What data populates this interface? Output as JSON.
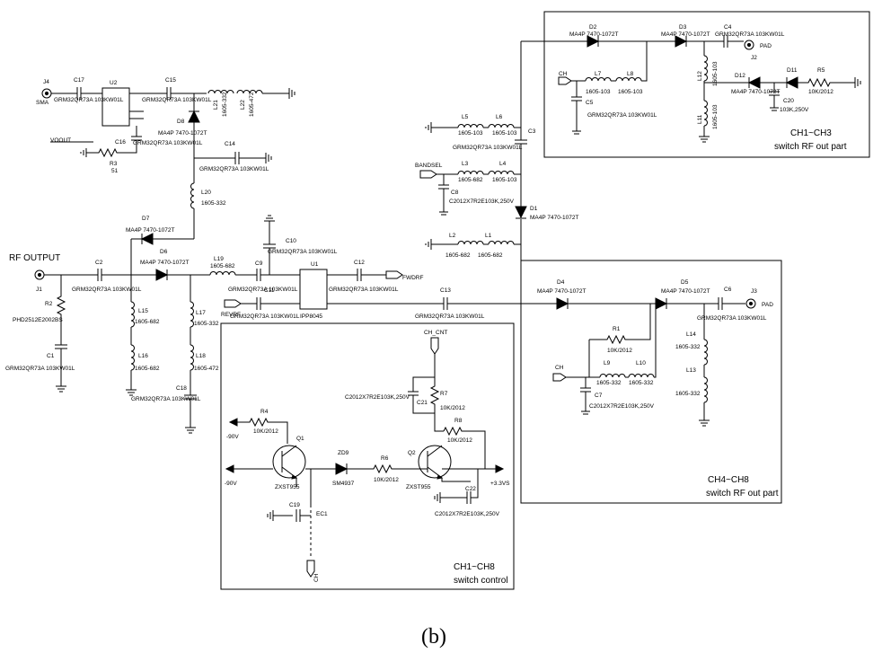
{
  "caption": "(b)",
  "sections": {
    "ch13": {
      "title": "CH1~CH3",
      "subtitle": "switch RF out part"
    },
    "ch48": {
      "title": "CH4~CH8",
      "subtitle": "switch RF out part"
    },
    "ctrl": {
      "title": "CH1~CH8",
      "subtitle": "switch control"
    }
  },
  "ports": {
    "rf_output": "RF OUTPUT",
    "j1": "J1",
    "j2": "J2",
    "j3": "J3",
    "j4": "J4",
    "sma": "SMA",
    "pad_j2": "PAD",
    "pad_j3": "PAD",
    "voout": "VOOUT",
    "bandsel": "BANDSEL",
    "fwdrf": "FWDRF",
    "revrf": "REVRF",
    "ch_a": "CH",
    "ch_b": "CH",
    "ch_cnt": "CH_CNT",
    "ch_bar": "CH",
    "neg90_a": "-90V",
    "neg90_b": "-90V",
    "plus33": "+3.3VS"
  },
  "components": {
    "c17": {
      "ref": "C17",
      "val": "GRM32QR73A 103KW01L"
    },
    "u2": {
      "ref": "U2"
    },
    "c15": {
      "ref": "C15",
      "val": "GRM32QR73A 103KW01L"
    },
    "l21": {
      "ref": "L21",
      "val": "1605-332"
    },
    "l22": {
      "ref": "L22",
      "val": "1605-472"
    },
    "d8": {
      "ref": "D8",
      "val": "MA4P 7470-1072T"
    },
    "c16": {
      "ref": "C16",
      "val": "GRM32QR73A 103KW01L"
    },
    "r3": {
      "ref": "R3",
      "val": "51"
    },
    "c14": {
      "ref": "C14",
      "val": "GRM32QR73A 103KW01L"
    },
    "l20": {
      "ref": "L20",
      "val": "1605-332"
    },
    "d7": {
      "ref": "D7",
      "val": "MA4P 7470-1072T"
    },
    "d6": {
      "ref": "D6",
      "val": "MA4P 7470-1072T"
    },
    "c2": {
      "ref": "C2",
      "val": "GRM32QR73A 103KW01L"
    },
    "r2": {
      "ref": "R2",
      "val": "PHD2512E2002BS"
    },
    "c1": {
      "ref": "C1",
      "val": "GRM32QR73A 103KW01L"
    },
    "l15": {
      "ref": "L15",
      "val": "1605-682"
    },
    "l16": {
      "ref": "L16",
      "val": "1605-682"
    },
    "l17": {
      "ref": "L17",
      "val": "1605-332"
    },
    "l18": {
      "ref": "L18",
      "val": "1605-472"
    },
    "c18": {
      "ref": "C18",
      "val": "GRM32QR73A 103KW01L"
    },
    "l19": {
      "ref": "L19",
      "val": "1605-682"
    },
    "c9": {
      "ref": "C9",
      "val": "GRM32QR73A 103KW01L"
    },
    "c10": {
      "ref": "C10",
      "val": "GRM32QR73A 103KW01L"
    },
    "c11": {
      "ref": "C11",
      "val": "GRM32QR73A 103KW01L"
    },
    "u1": {
      "ref": "U1",
      "val": "IPP8045"
    },
    "c12": {
      "ref": "C12",
      "val": "GRM32QR73A 103KW01L"
    },
    "c13": {
      "ref": "C13",
      "val": "GRM32QR73A 103KW01L"
    },
    "l5": {
      "ref": "L5",
      "val": "1605-103"
    },
    "l6": {
      "ref": "L6",
      "val": "1605-103"
    },
    "c3": {
      "ref": "C3",
      "val": "GRM32QR73A 103KW01L"
    },
    "l3": {
      "ref": "L3",
      "val": "1605-682"
    },
    "l4": {
      "ref": "L4",
      "val": "1605-103"
    },
    "c8": {
      "ref": "C8",
      "val": "C2012X7R2E103K,250V"
    },
    "d1": {
      "ref": "D1",
      "val": "MA4P 7470-1072T"
    },
    "l2": {
      "ref": "L2",
      "val": "1605-682"
    },
    "l1": {
      "ref": "L1",
      "val": "1605-682"
    },
    "d2": {
      "ref": "D2",
      "val": "MA4P 7470-1072T"
    },
    "d3": {
      "ref": "D3",
      "val": "MA4P 7470-1072T"
    },
    "c4": {
      "ref": "C4",
      "val": "GRM32QR73A 103KW01L"
    },
    "l7": {
      "ref": "L7",
      "val": "1605-103"
    },
    "l8": {
      "ref": "L8",
      "val": "1605-103"
    },
    "c5": {
      "ref": "C5",
      "val": "GRM32QR73A 103KW01L"
    },
    "l12": {
      "ref": "L12",
      "val": "1605-103"
    },
    "l11": {
      "ref": "L11",
      "val": "1605-103"
    },
    "d12": {
      "ref": "D12",
      "val": "MA4P 7470-1072T"
    },
    "d11": {
      "ref": "D11"
    },
    "r5": {
      "ref": "R5",
      "val": "10K/2012"
    },
    "c20": {
      "ref": "C20",
      "val": "103K,250V"
    },
    "d4": {
      "ref": "D4",
      "val": "MA4P 7470-1072T"
    },
    "d5": {
      "ref": "D5",
      "val": "MA4P 7470-1072T"
    },
    "c6": {
      "ref": "C6",
      "val": "GRM32QR73A 103KW01L"
    },
    "r1": {
      "ref": "R1",
      "val": "10K/2012"
    },
    "l9": {
      "ref": "L9",
      "val": "1605-332"
    },
    "l10": {
      "ref": "L10",
      "val": "1605-332"
    },
    "c7": {
      "ref": "C7",
      "val": "C2012X7R2E103K,250V"
    },
    "l14": {
      "ref": "L14",
      "val": "1605-332"
    },
    "l13": {
      "ref": "L13",
      "val": "1605-332"
    },
    "r4": {
      "ref": "R4",
      "val": "10K/2012"
    },
    "q1": {
      "ref": "Q1",
      "val": "ZXST955"
    },
    "zd9": {
      "ref": "ZD9",
      "val": "SM4937"
    },
    "r6": {
      "ref": "R6",
      "val": "10K/2012"
    },
    "q2": {
      "ref": "Q2",
      "val": "ZXST955"
    },
    "r7": {
      "ref": "R7",
      "val": "10K/2012"
    },
    "c21": {
      "ref": "C21",
      "val": "C2012X7R2E103K,250V"
    },
    "r8": {
      "ref": "R8",
      "val": "10K/2012"
    },
    "c22": {
      "ref": "C22",
      "val": "C2012X7R2E103K,250V"
    },
    "c19": {
      "ref": "C19"
    },
    "ec1": {
      "ref": "EC1"
    }
  }
}
